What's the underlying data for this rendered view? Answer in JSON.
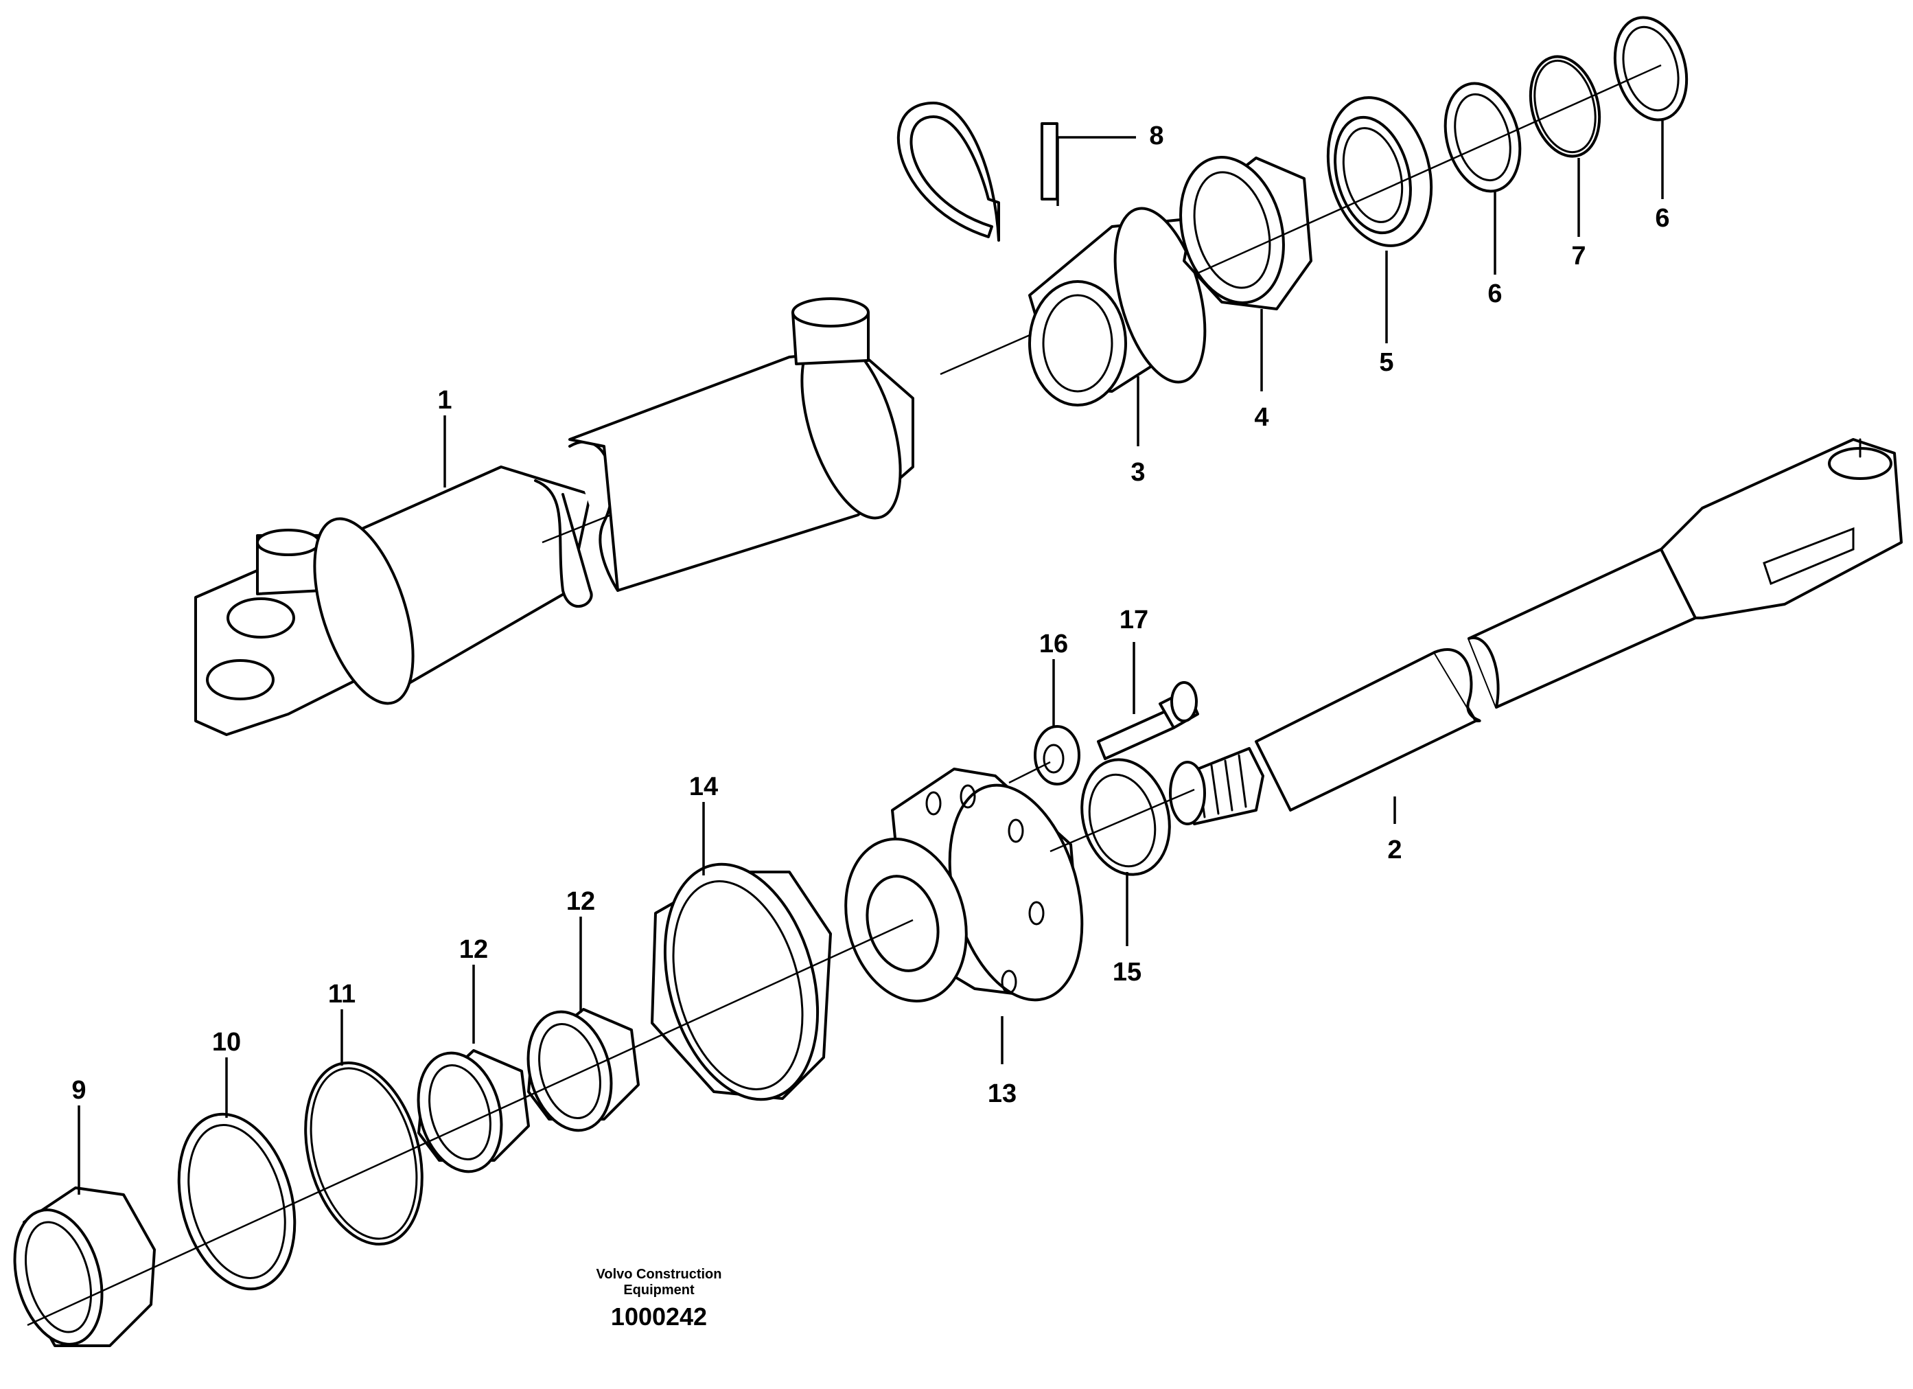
{
  "callouts": {
    "c1": "1",
    "c2": "2",
    "c3": "3",
    "c4": "4",
    "c5": "5",
    "c6a": "6",
    "c6b": "6",
    "c7": "7",
    "c8": "8",
    "c9": "9",
    "c10": "10",
    "c11": "11",
    "c12a": "12",
    "c12b": "12",
    "c13": "13",
    "c14": "14",
    "c15": "15",
    "c16": "16",
    "c17": "17"
  },
  "footer": {
    "company_line1": "Volvo Construction",
    "company_line2": "Equipment",
    "figure_number": "1000242"
  }
}
